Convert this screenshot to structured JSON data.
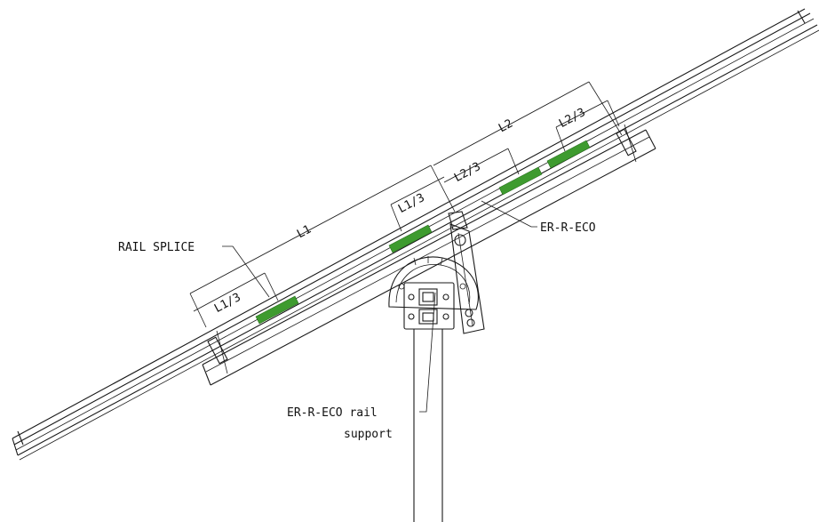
{
  "labels": {
    "rail_splice": "RAIL SPLICE",
    "er_r_eco": "ER-R-ECO",
    "rail_support_line1": "ER-R-ECO rail",
    "rail_support_line2": "support"
  },
  "dimensions": {
    "l1": "L1",
    "l1_third_a": "L1/3",
    "l1_third_b": "L1/3",
    "l2": "L2",
    "l2_third_a": "L2/3",
    "l2_third_b": "L2/3"
  },
  "colors": {
    "splice_green": "#3e9b2f",
    "line": "#1a1a1a"
  }
}
